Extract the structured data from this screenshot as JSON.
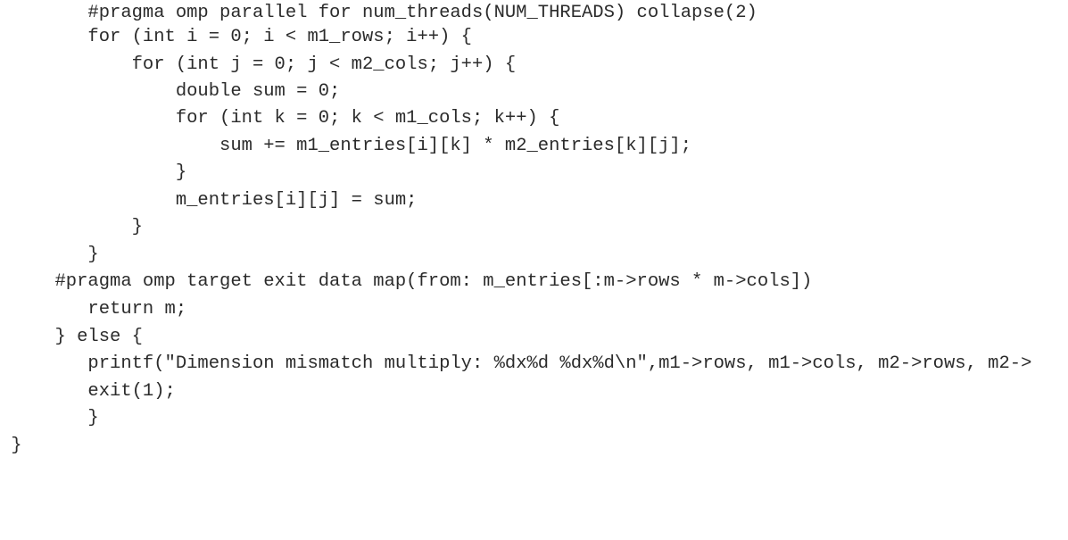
{
  "code": {
    "lines": [
      "        #pragma omp parallel for num_threads(NUM_THREADS) collapse(2)",
      "        for (int i = 0; i < m1_rows; i++) {",
      "            for (int j = 0; j < m2_cols; j++) {",
      "                double sum = 0;",
      "                for (int k = 0; k < m1_cols; k++) {",
      "                    sum += m1_entries[i][k] * m2_entries[k][j];",
      "                }",
      "                m_entries[i][j] = sum;",
      "            }",
      "        }",
      "     #pragma omp target exit data map(from: m_entries[:m->rows * m->cols])",
      "        return m;",
      "     } else {",
      "        printf(\"Dimension mismatch multiply: %dx%d %dx%d\\n\",m1->rows, m1->cols, m2->rows, m2->",
      "        exit(1);",
      "        }",
      " }"
    ]
  }
}
